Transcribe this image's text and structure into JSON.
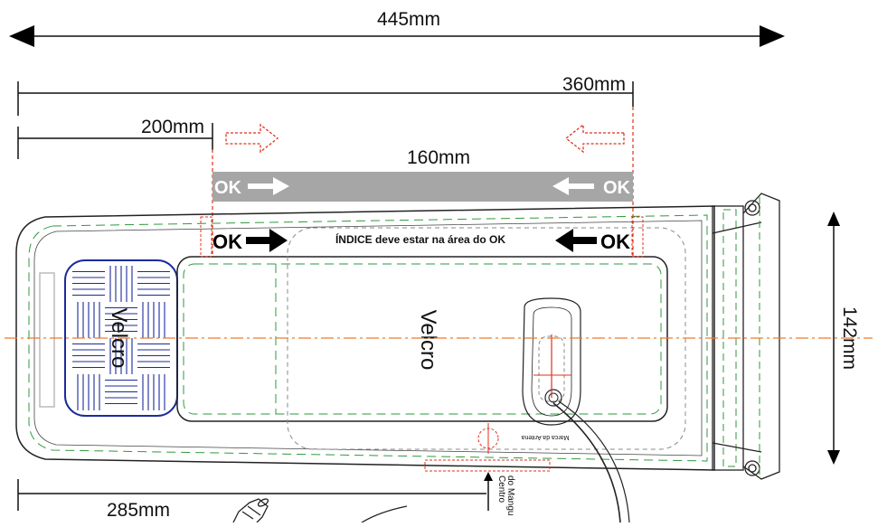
{
  "dimensions": {
    "total": "445mm",
    "d360": "360mm",
    "d200": "200mm",
    "d160": "160mm",
    "d285": "285mm",
    "height": "142mm"
  },
  "labels": {
    "ok": "OK",
    "index_note": "ÍNDICE deve estar na área do OK",
    "velcro": "Velcro",
    "antenna_mark": "Marca da Antena",
    "hose_center_line1": "Centro",
    "hose_center_line2": "do Mangu"
  },
  "colors": {
    "outline": "#222222",
    "green_dash": "#2e9a3c",
    "red_dash": "#e0321e",
    "orange_axis": "#f07a2a",
    "gray_band": "#a6a6a6",
    "velcro_hatch": "#1c2b9a",
    "inner_dash": "#8a8a8a"
  }
}
